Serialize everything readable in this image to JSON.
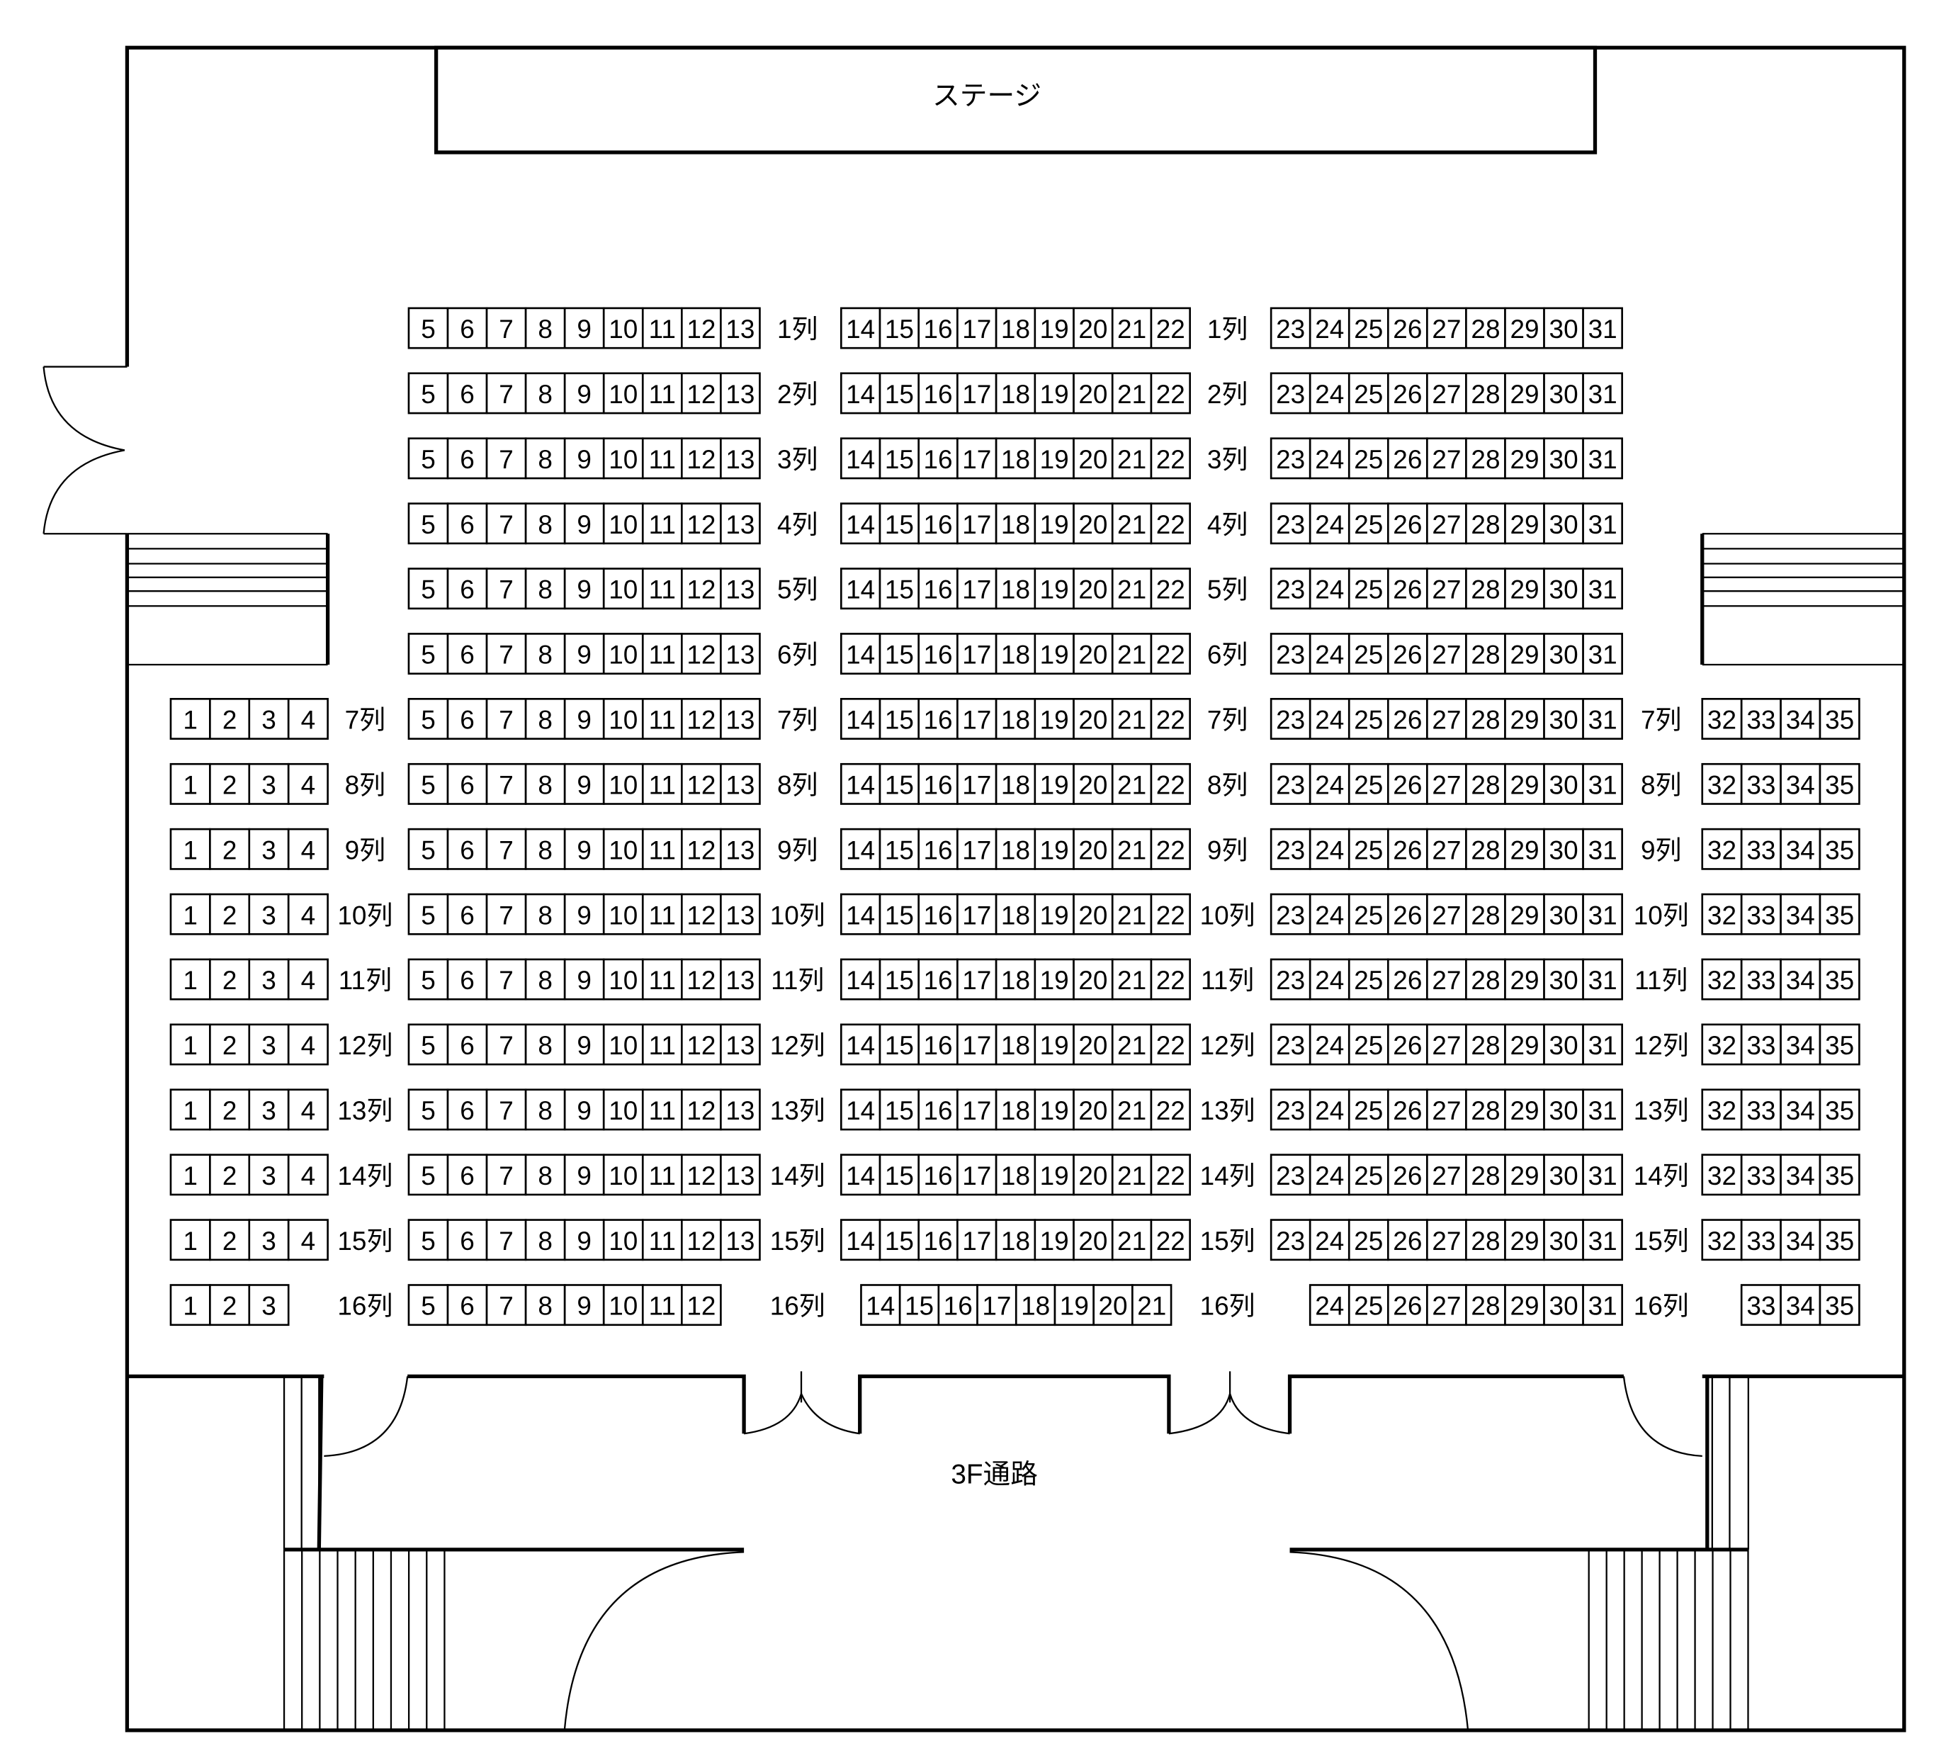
{
  "stage_label": "ステージ",
  "corridor_label": "3F通路",
  "rows": [
    {
      "label": "1列",
      "blocks": [
        [],
        [
          5,
          6,
          7,
          8,
          9,
          10,
          11,
          12,
          13
        ],
        [
          14,
          15,
          16,
          17,
          18,
          19,
          20,
          21,
          22
        ],
        [
          23,
          24,
          25,
          26,
          27,
          28,
          29,
          30,
          31
        ],
        []
      ]
    },
    {
      "label": "2列",
      "blocks": [
        [],
        [
          5,
          6,
          7,
          8,
          9,
          10,
          11,
          12,
          13
        ],
        [
          14,
          15,
          16,
          17,
          18,
          19,
          20,
          21,
          22
        ],
        [
          23,
          24,
          25,
          26,
          27,
          28,
          29,
          30,
          31
        ],
        []
      ]
    },
    {
      "label": "3列",
      "blocks": [
        [],
        [
          5,
          6,
          7,
          8,
          9,
          10,
          11,
          12,
          13
        ],
        [
          14,
          15,
          16,
          17,
          18,
          19,
          20,
          21,
          22
        ],
        [
          23,
          24,
          25,
          26,
          27,
          28,
          29,
          30,
          31
        ],
        []
      ]
    },
    {
      "label": "4列",
      "blocks": [
        [],
        [
          5,
          6,
          7,
          8,
          9,
          10,
          11,
          12,
          13
        ],
        [
          14,
          15,
          16,
          17,
          18,
          19,
          20,
          21,
          22
        ],
        [
          23,
          24,
          25,
          26,
          27,
          28,
          29,
          30,
          31
        ],
        []
      ]
    },
    {
      "label": "5列",
      "blocks": [
        [],
        [
          5,
          6,
          7,
          8,
          9,
          10,
          11,
          12,
          13
        ],
        [
          14,
          15,
          16,
          17,
          18,
          19,
          20,
          21,
          22
        ],
        [
          23,
          24,
          25,
          26,
          27,
          28,
          29,
          30,
          31
        ],
        []
      ]
    },
    {
      "label": "6列",
      "blocks": [
        [],
        [
          5,
          6,
          7,
          8,
          9,
          10,
          11,
          12,
          13
        ],
        [
          14,
          15,
          16,
          17,
          18,
          19,
          20,
          21,
          22
        ],
        [
          23,
          24,
          25,
          26,
          27,
          28,
          29,
          30,
          31
        ],
        []
      ]
    },
    {
      "label": "7列",
      "blocks": [
        [
          1,
          2,
          3,
          4
        ],
        [
          5,
          6,
          7,
          8,
          9,
          10,
          11,
          12,
          13
        ],
        [
          14,
          15,
          16,
          17,
          18,
          19,
          20,
          21,
          22
        ],
        [
          23,
          24,
          25,
          26,
          27,
          28,
          29,
          30,
          31
        ],
        [
          32,
          33,
          34,
          35
        ]
      ]
    },
    {
      "label": "8列",
      "blocks": [
        [
          1,
          2,
          3,
          4
        ],
        [
          5,
          6,
          7,
          8,
          9,
          10,
          11,
          12,
          13
        ],
        [
          14,
          15,
          16,
          17,
          18,
          19,
          20,
          21,
          22
        ],
        [
          23,
          24,
          25,
          26,
          27,
          28,
          29,
          30,
          31
        ],
        [
          32,
          33,
          34,
          35
        ]
      ]
    },
    {
      "label": "9列",
      "blocks": [
        [
          1,
          2,
          3,
          4
        ],
        [
          5,
          6,
          7,
          8,
          9,
          10,
          11,
          12,
          13
        ],
        [
          14,
          15,
          16,
          17,
          18,
          19,
          20,
          21,
          22
        ],
        [
          23,
          24,
          25,
          26,
          27,
          28,
          29,
          30,
          31
        ],
        [
          32,
          33,
          34,
          35
        ]
      ]
    },
    {
      "label": "10列",
      "blocks": [
        [
          1,
          2,
          3,
          4
        ],
        [
          5,
          6,
          7,
          8,
          9,
          10,
          11,
          12,
          13
        ],
        [
          14,
          15,
          16,
          17,
          18,
          19,
          20,
          21,
          22
        ],
        [
          23,
          24,
          25,
          26,
          27,
          28,
          29,
          30,
          31
        ],
        [
          32,
          33,
          34,
          35
        ]
      ]
    },
    {
      "label": "11列",
      "blocks": [
        [
          1,
          2,
          3,
          4
        ],
        [
          5,
          6,
          7,
          8,
          9,
          10,
          11,
          12,
          13
        ],
        [
          14,
          15,
          16,
          17,
          18,
          19,
          20,
          21,
          22
        ],
        [
          23,
          24,
          25,
          26,
          27,
          28,
          29,
          30,
          31
        ],
        [
          32,
          33,
          34,
          35
        ]
      ]
    },
    {
      "label": "12列",
      "blocks": [
        [
          1,
          2,
          3,
          4
        ],
        [
          5,
          6,
          7,
          8,
          9,
          10,
          11,
          12,
          13
        ],
        [
          14,
          15,
          16,
          17,
          18,
          19,
          20,
          21,
          22
        ],
        [
          23,
          24,
          25,
          26,
          27,
          28,
          29,
          30,
          31
        ],
        [
          32,
          33,
          34,
          35
        ]
      ]
    },
    {
      "label": "13列",
      "blocks": [
        [
          1,
          2,
          3,
          4
        ],
        [
          5,
          6,
          7,
          8,
          9,
          10,
          11,
          12,
          13
        ],
        [
          14,
          15,
          16,
          17,
          18,
          19,
          20,
          21,
          22
        ],
        [
          23,
          24,
          25,
          26,
          27,
          28,
          29,
          30,
          31
        ],
        [
          32,
          33,
          34,
          35
        ]
      ]
    },
    {
      "label": "14列",
      "blocks": [
        [
          1,
          2,
          3,
          4
        ],
        [
          5,
          6,
          7,
          8,
          9,
          10,
          11,
          12,
          13
        ],
        [
          14,
          15,
          16,
          17,
          18,
          19,
          20,
          21,
          22
        ],
        [
          23,
          24,
          25,
          26,
          27,
          28,
          29,
          30,
          31
        ],
        [
          32,
          33,
          34,
          35
        ]
      ]
    },
    {
      "label": "15列",
      "blocks": [
        [
          1,
          2,
          3,
          4
        ],
        [
          5,
          6,
          7,
          8,
          9,
          10,
          11,
          12,
          13
        ],
        [
          14,
          15,
          16,
          17,
          18,
          19,
          20,
          21,
          22
        ],
        [
          23,
          24,
          25,
          26,
          27,
          28,
          29,
          30,
          31
        ],
        [
          32,
          33,
          34,
          35
        ]
      ]
    },
    {
      "label": "16列",
      "blocks": [
        [
          1,
          2,
          3
        ],
        [
          5,
          6,
          7,
          8,
          9,
          10,
          11,
          12
        ],
        [
          14,
          15,
          16,
          17,
          18,
          19,
          20,
          21
        ],
        [
          24,
          25,
          26,
          27,
          28,
          29,
          30,
          31
        ],
        [
          33,
          34,
          35
        ]
      ]
    }
  ]
}
